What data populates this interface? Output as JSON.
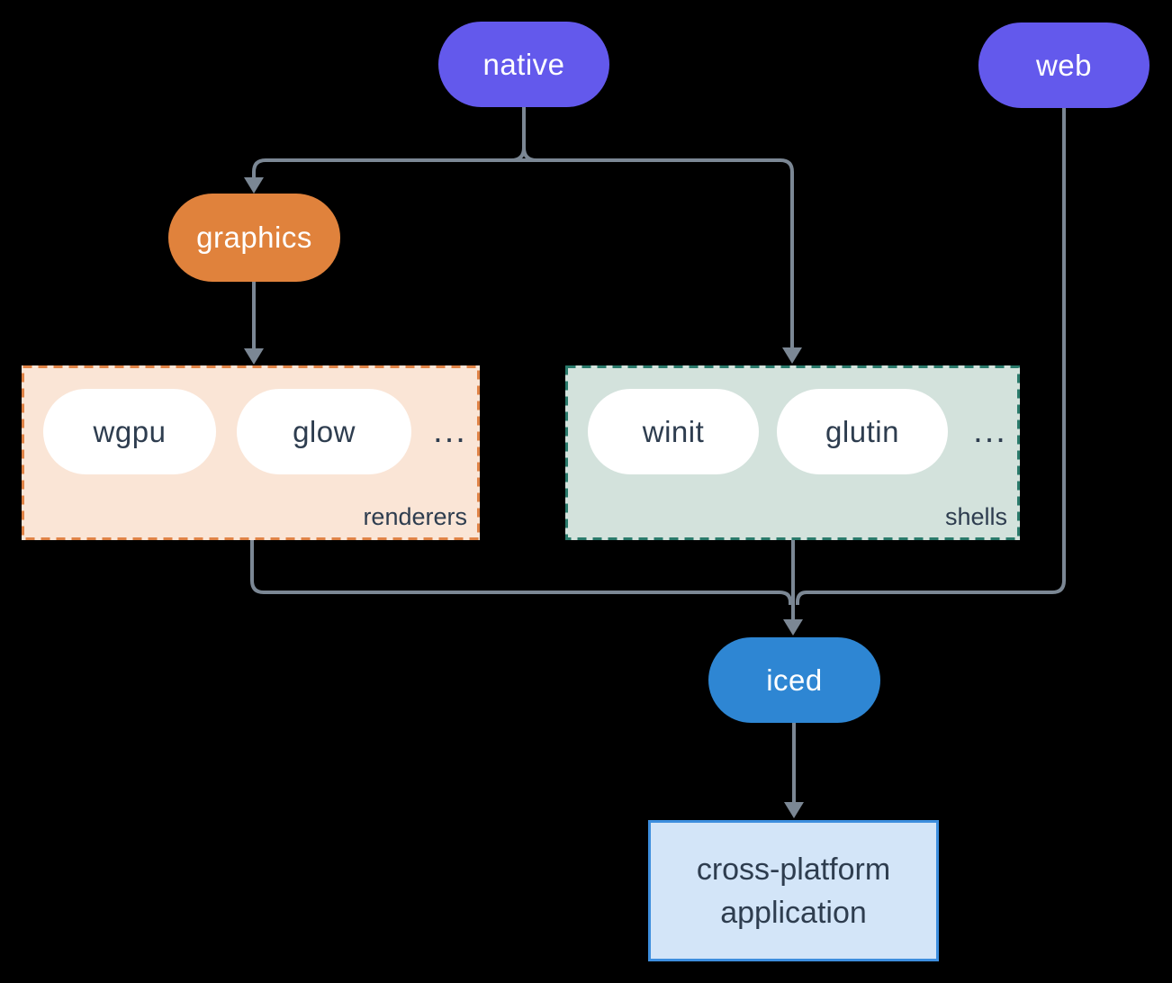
{
  "diagram": {
    "background": "#000000",
    "line_color": "#7b8794",
    "nodes": {
      "native": {
        "label": "native",
        "color": "#6359ec",
        "text_color": "#ffffff"
      },
      "web": {
        "label": "web",
        "color": "#6359ec",
        "text_color": "#ffffff"
      },
      "graphics": {
        "label": "graphics",
        "color": "#e0823c",
        "text_color": "#ffffff"
      },
      "iced": {
        "label": "iced",
        "color": "#2e86d3",
        "text_color": "#ffffff"
      },
      "app": {
        "label_line1": "cross-platform",
        "label_line2": "application",
        "fill": "#d3e5f8",
        "border": "#3d8ede",
        "text_color": "#2e3d4f"
      }
    },
    "groups": {
      "renderers": {
        "label": "renderers",
        "fill": "#fae5d6",
        "border": "#e08346",
        "items": [
          {
            "label": "wgpu"
          },
          {
            "label": "glow"
          }
        ],
        "ellipsis": "...",
        "item_text_color": "#2e3d4f"
      },
      "shells": {
        "label": "shells",
        "fill": "#d3e2dc",
        "border": "#2a7a6b",
        "items": [
          {
            "label": "winit"
          },
          {
            "label": "glutin"
          }
        ],
        "ellipsis": "...",
        "item_text_color": "#2e3d4f"
      }
    }
  }
}
